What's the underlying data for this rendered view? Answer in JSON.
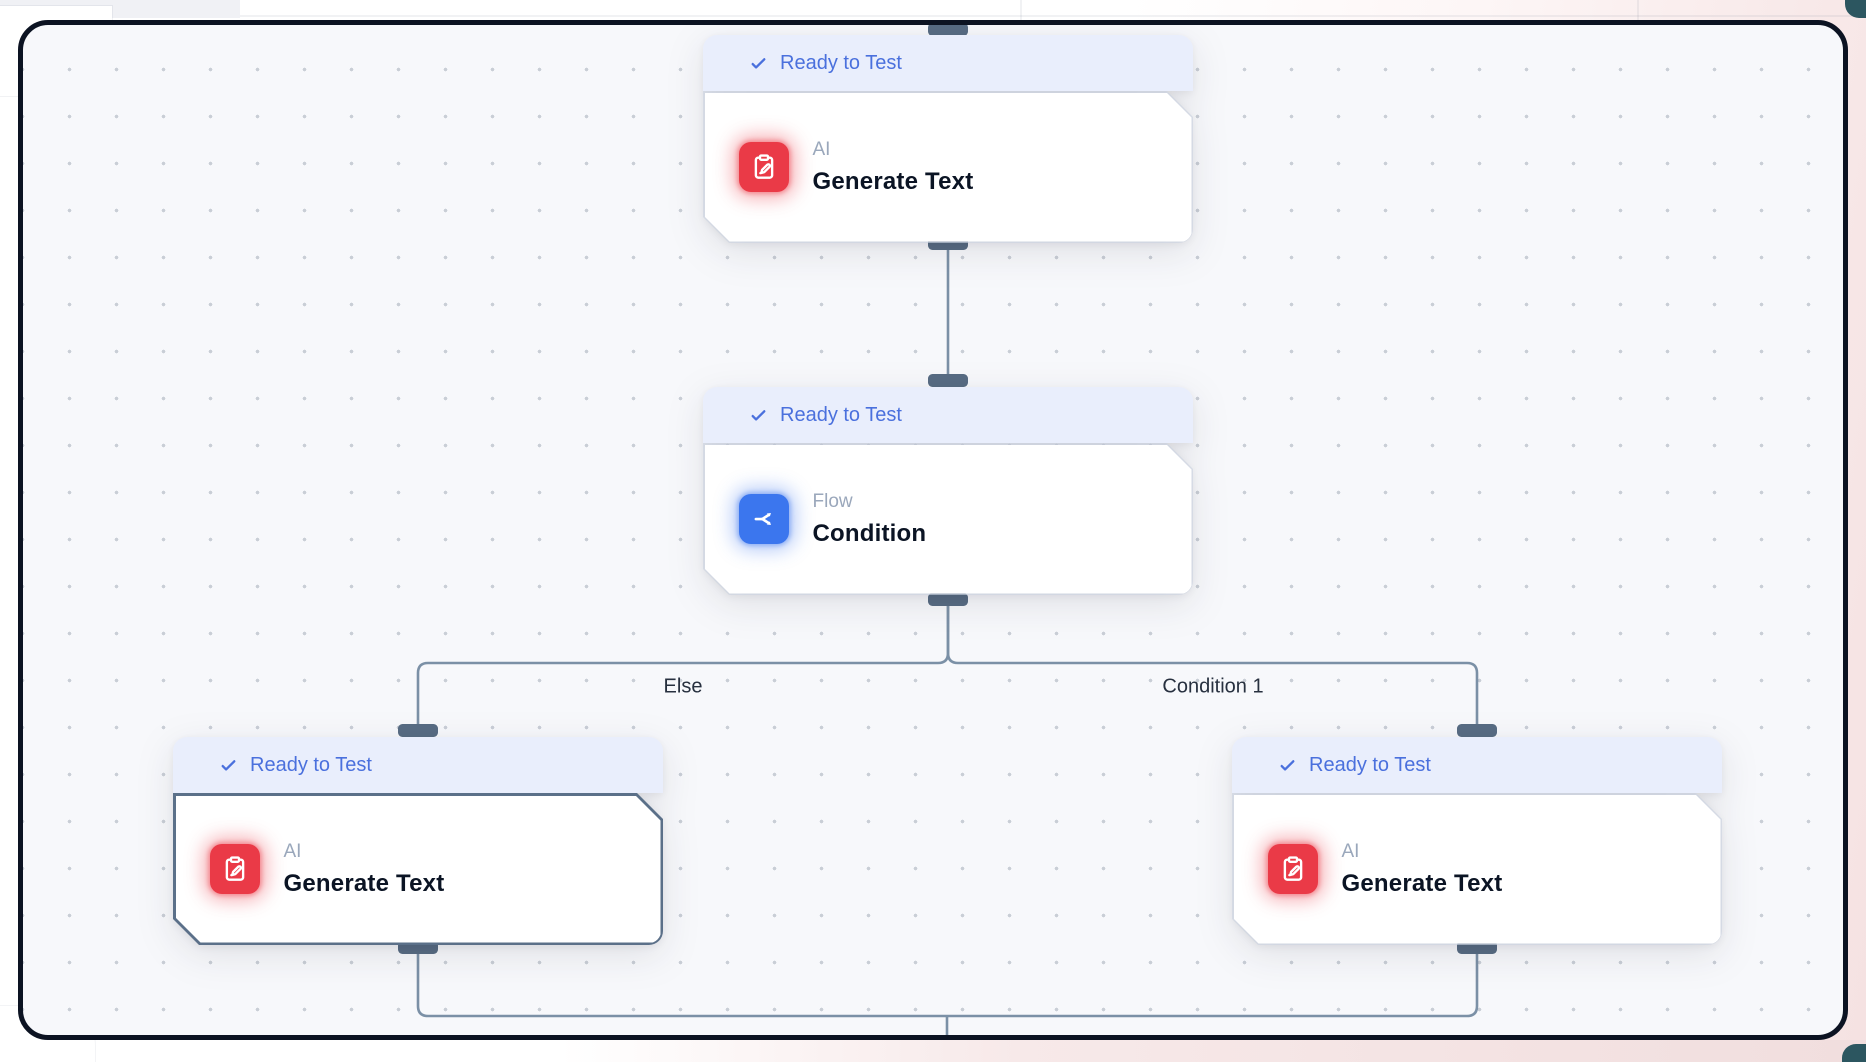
{
  "app": {
    "name": "workflow-canvas"
  },
  "palette": {
    "canvas_bg": "#f7f8fb",
    "dot": "#c9ced6",
    "frame_border": "#0c1322",
    "edge": "#7b90a6",
    "handle": "#586c83",
    "badge_bg": "#e9eefc",
    "badge_text": "#4a70dd",
    "node_title": "#0b1424",
    "node_category": "#9aa7bb",
    "ai_icon_bg": "#ea3a47",
    "flow_icon_bg": "#3b76ee",
    "selected_border": "#5b7089"
  },
  "nodes": [
    {
      "status": "Ready to Test",
      "category": "AI",
      "title": "Generate Text",
      "icon": "clipboard-pen-icon",
      "selected": false
    },
    {
      "status": "Ready to Test",
      "category": "Flow",
      "title": "Condition",
      "icon": "split-branch-icon",
      "selected": false
    },
    {
      "status": "Ready to Test",
      "category": "AI",
      "title": "Generate Text",
      "icon": "clipboard-pen-icon",
      "selected": true
    },
    {
      "status": "Ready to Test",
      "category": "AI",
      "title": "Generate Text",
      "icon": "clipboard-pen-icon",
      "selected": false
    }
  ],
  "edges": {
    "labels": [
      {
        "text": "Else"
      },
      {
        "text": "Condition 1"
      }
    ]
  }
}
